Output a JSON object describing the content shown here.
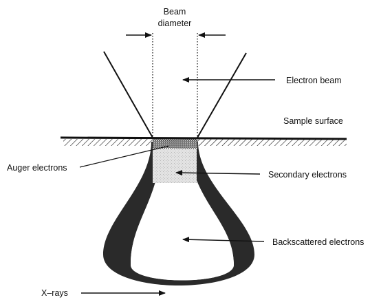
{
  "labels": {
    "beam_diameter_line1": "Beam",
    "beam_diameter_line2": "diameter",
    "electron_beam": "Electron beam",
    "sample_surface": "Sample surface",
    "auger_electrons": "Auger electrons",
    "secondary_electrons": "Secondary electrons",
    "backscattered_electrons": "Backscattered electrons",
    "x_rays": "X–rays"
  },
  "colors": {
    "ink": "#111111",
    "backscatter_fill": "#2a2a2a",
    "secondary_fill": "#d8d8d8",
    "auger_fill": "#3a3a3a"
  }
}
